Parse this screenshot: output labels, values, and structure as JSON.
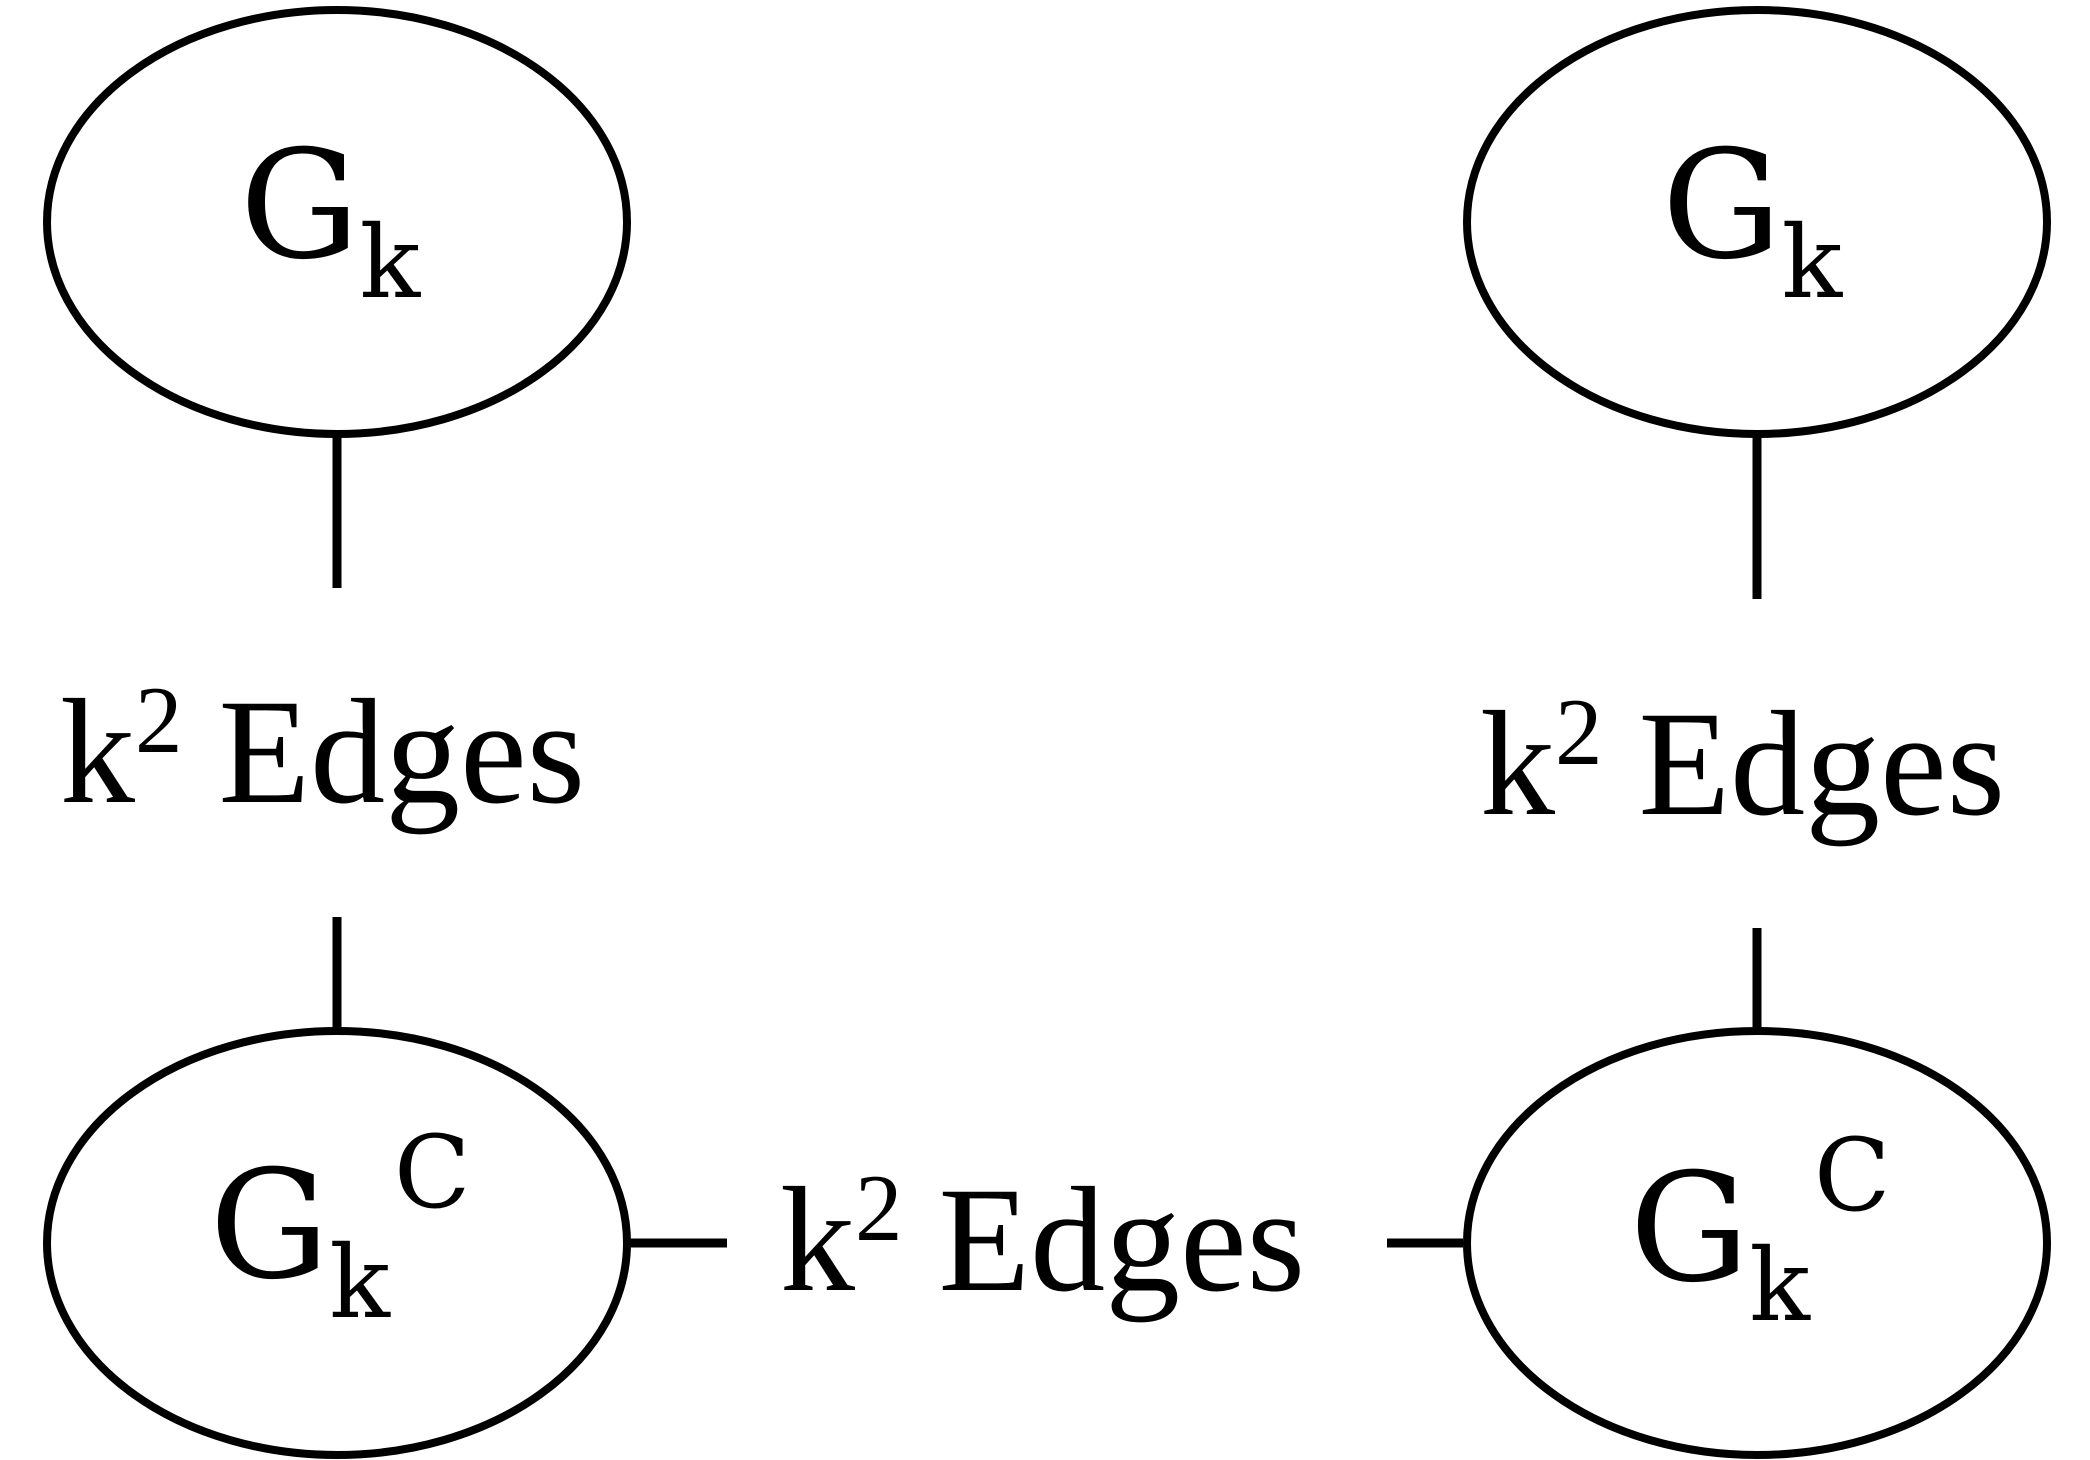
{
  "nodes": {
    "top_left": {
      "base": "G",
      "subscript": "k",
      "superscript": ""
    },
    "top_right": {
      "base": "G",
      "subscript": "k",
      "superscript": ""
    },
    "bottom_left": {
      "base": "G",
      "subscript": "k",
      "superscript": "C"
    },
    "bottom_right": {
      "base": "G",
      "subscript": "k",
      "superscript": "C"
    }
  },
  "edges": {
    "left_vertical": {
      "base": "k",
      "superscript": "2",
      "label": "Edges"
    },
    "right_vertical": {
      "base": "k",
      "superscript": "2",
      "label": "Edges"
    },
    "bottom_horizontal": {
      "base": "k",
      "superscript": "2",
      "label": "Edges"
    }
  },
  "colors": {
    "stroke": "#000000",
    "background": "#ffffff"
  }
}
